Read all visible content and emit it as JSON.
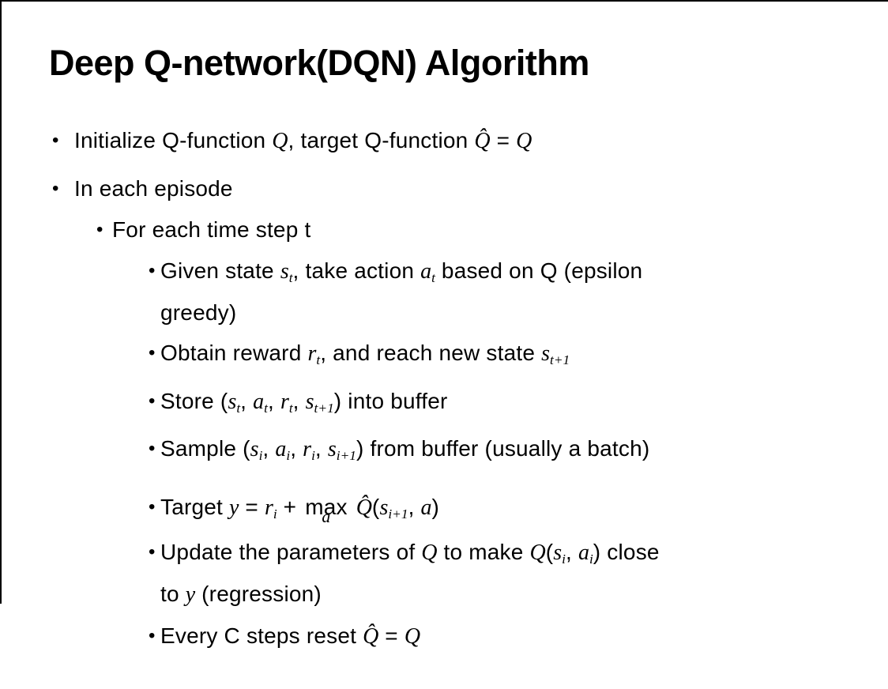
{
  "slide": {
    "title": "Deep Q-network(DQN) Algorithm",
    "bullet_char": "•",
    "bullets": [
      {
        "level": 1,
        "lines": [
          [
            {
              "s": "p",
              "t": "Initialize Q-function "
            },
            {
              "s": "v",
              "t": "Q"
            },
            {
              "s": "p",
              "t": ", target Q-function "
            },
            {
              "s": "v",
              "t": "Q̂"
            },
            {
              "s": "p",
              "t": " = "
            },
            {
              "s": "v",
              "t": "Q"
            }
          ]
        ]
      },
      {
        "level": 1,
        "lines": [
          [
            {
              "s": "p",
              "t": "In each episode"
            }
          ]
        ]
      },
      {
        "level": 2,
        "lines": [
          [
            {
              "s": "p",
              "t": "For each time step t"
            }
          ]
        ]
      },
      {
        "level": 3,
        "lines": [
          [
            {
              "s": "p",
              "t": "Given state "
            },
            {
              "s": "v",
              "t": "s"
            },
            {
              "s": "b",
              "t": "t"
            },
            {
              "s": "p",
              "t": ", take action "
            },
            {
              "s": "v",
              "t": "a"
            },
            {
              "s": "b",
              "t": "t"
            },
            {
              "s": "p",
              "t": " based on Q (epsilon"
            }
          ],
          [
            {
              "s": "p",
              "t": "greedy)"
            }
          ]
        ]
      },
      {
        "level": 3,
        "lines": [
          [
            {
              "s": "p",
              "t": "Obtain reward "
            },
            {
              "s": "v",
              "t": "r"
            },
            {
              "s": "b",
              "t": "t"
            },
            {
              "s": "p",
              "t": ", and reach new state "
            },
            {
              "s": "v",
              "t": "s"
            },
            {
              "s": "b",
              "t": "t+1"
            }
          ]
        ]
      },
      {
        "level": 3,
        "lines": [
          [
            {
              "s": "p",
              "t": "Store ("
            },
            {
              "s": "v",
              "t": "s"
            },
            {
              "s": "b",
              "t": "t"
            },
            {
              "s": "p",
              "t": ", "
            },
            {
              "s": "v",
              "t": "a"
            },
            {
              "s": "b",
              "t": "t"
            },
            {
              "s": "p",
              "t": ", "
            },
            {
              "s": "v",
              "t": "r"
            },
            {
              "s": "b",
              "t": "t"
            },
            {
              "s": "p",
              "t": ", "
            },
            {
              "s": "v",
              "t": "s"
            },
            {
              "s": "b",
              "t": "t+1"
            },
            {
              "s": "p",
              "t": ") into buffer"
            }
          ]
        ]
      },
      {
        "level": 3,
        "lines": [
          [
            {
              "s": "p",
              "t": "Sample ("
            },
            {
              "s": "v",
              "t": "s"
            },
            {
              "s": "b",
              "t": "i"
            },
            {
              "s": "p",
              "t": ", "
            },
            {
              "s": "v",
              "t": "a"
            },
            {
              "s": "b",
              "t": "i"
            },
            {
              "s": "p",
              "t": ", "
            },
            {
              "s": "v",
              "t": "r"
            },
            {
              "s": "b",
              "t": "i"
            },
            {
              "s": "p",
              "t": ", "
            },
            {
              "s": "v",
              "t": "s"
            },
            {
              "s": "b",
              "t": "i+1"
            },
            {
              "s": "p",
              "t": ") from buffer (usually a batch)"
            }
          ]
        ]
      },
      {
        "level": 3,
        "lines": [
          [
            {
              "s": "p",
              "t": "Target "
            },
            {
              "s": "v",
              "t": "y"
            },
            {
              "s": "p",
              "t": " = "
            },
            {
              "s": "v",
              "t": "r"
            },
            {
              "s": "b",
              "t": "i"
            },
            {
              "s": "p",
              "t": " + "
            },
            {
              "s": "stack",
              "top": "max",
              "under": "a"
            },
            {
              "s": "p",
              "t": " "
            },
            {
              "s": "v",
              "t": "Q̂"
            },
            {
              "s": "p",
              "t": "("
            },
            {
              "s": "v",
              "t": "s"
            },
            {
              "s": "b",
              "t": "i+1"
            },
            {
              "s": "p",
              "t": ", "
            },
            {
              "s": "v",
              "t": "a"
            },
            {
              "s": "p",
              "t": ")"
            }
          ]
        ]
      },
      {
        "level": 3,
        "lines": [
          [
            {
              "s": "p",
              "t": "Update the parameters of "
            },
            {
              "s": "v",
              "t": "Q"
            },
            {
              "s": "p",
              "t": " to make "
            },
            {
              "s": "v",
              "t": "Q"
            },
            {
              "s": "p",
              "t": "("
            },
            {
              "s": "v",
              "t": "s"
            },
            {
              "s": "b",
              "t": "i"
            },
            {
              "s": "p",
              "t": ", "
            },
            {
              "s": "v",
              "t": "a"
            },
            {
              "s": "b",
              "t": "i"
            },
            {
              "s": "p",
              "t": ") close"
            }
          ],
          [
            {
              "s": "p",
              "t": "to "
            },
            {
              "s": "v",
              "t": "y"
            },
            {
              "s": "p",
              "t": " (regression)"
            }
          ]
        ]
      },
      {
        "level": 3,
        "lines": [
          [
            {
              "s": "p",
              "t": "Every C steps reset "
            },
            {
              "s": "v",
              "t": "Q̂"
            },
            {
              "s": "p",
              "t": " = "
            },
            {
              "s": "v",
              "t": "Q"
            }
          ]
        ]
      }
    ]
  }
}
